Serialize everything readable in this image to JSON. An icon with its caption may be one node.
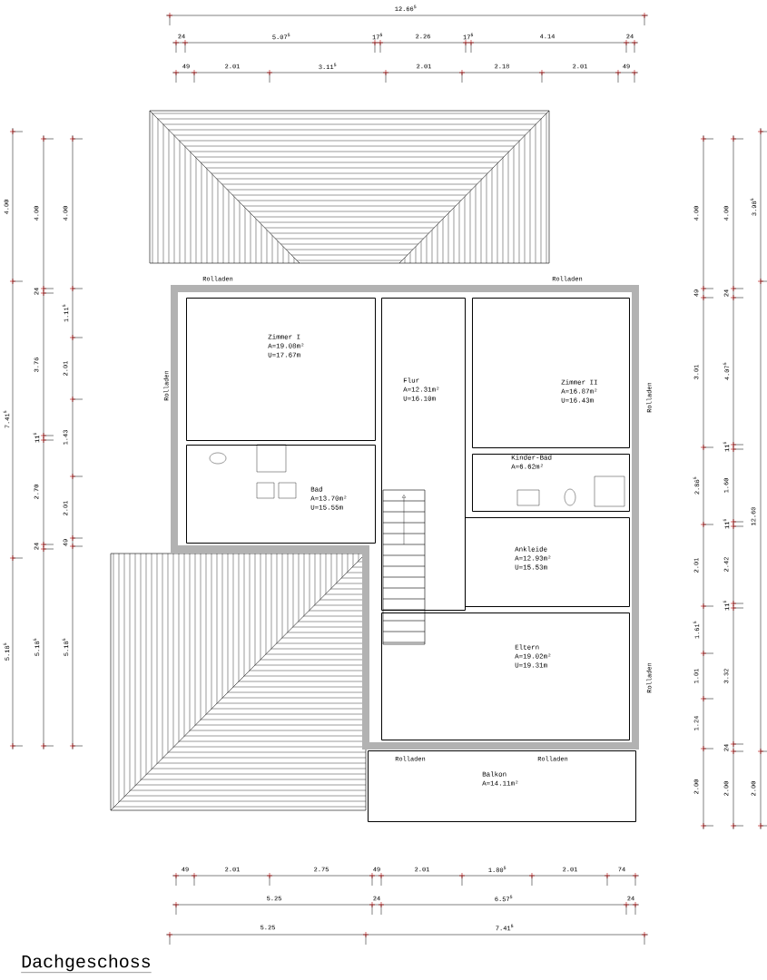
{
  "diagram": {
    "title": "Dachgeschoss",
    "nodes": [
      {
        "text": [
          "Zimmer I",
          "A=19.08m²",
          "U=17.67m"
        ]
      },
      {
        "text": [
          "Flur",
          "A=12.31m²",
          "U=16.10m"
        ]
      },
      {
        "text": [
          "Zimmer II",
          "A=16.87m²",
          "U=16.43m"
        ]
      },
      {
        "text": [
          "Bad",
          "A=13.70m²",
          "U=15.55m"
        ]
      },
      {
        "text": [
          "Kinder-Bad",
          "A=6.62m²"
        ]
      },
      {
        "text": [
          "Ankleide",
          "A=12.93m²",
          "U=15.53m"
        ]
      },
      {
        "text": [
          "Eltern",
          "A=19.02m²",
          "U=19.31m"
        ]
      },
      {
        "text": [
          "Balkon",
          "A=14.11m²"
        ]
      }
    ],
    "edges": [],
    "labels": [
      "12.66$^{5}$",
      "24",
      "5.07$^{5}$",
      "17$^{5}$",
      "2.26",
      "17$^{5}$",
      "4.14",
      "24",
      "49",
      "2.01",
      "3.11$^{5}$",
      "2.01",
      "2.18",
      "2.01",
      "49",
      "4.00",
      "7.41$^{5}$",
      "5.18$^{5}$",
      "4.00",
      "24",
      "3.76",
      "11$^{5}$",
      "2.70",
      "24",
      "5.18$^{5}$",
      "4.00",
      "1.11$^{5}$",
      "2.01",
      "1.43",
      "2.01",
      "49",
      "5.18$^{5}$",
      "Rolladen",
      "Rolladen",
      "Rolladen",
      "Rolladen",
      "Rolladen",
      "Rolladen",
      "Rolladen",
      "4.00",
      "49",
      "3.01",
      "2.86$^{5}$",
      "2.01",
      "1.61$^{5}$",
      "1.01",
      "1.24",
      "2.00",
      "4.00",
      "24",
      "4.07$^{5}$",
      "11$^{5}$",
      "1.60",
      "11$^{5}$",
      "2.42",
      "11$^{5}$",
      "3.32",
      "24",
      "2.00",
      "3.98$^{5}$",
      "12.60",
      "2.00",
      "49",
      "2.01",
      "2.75",
      "49",
      "2.01",
      "1.80$^{5}$",
      "2.01",
      "74",
      "5.25",
      "24",
      "6.57$^{5}$",
      "24",
      "5.25",
      "7.41$^{5}$"
    ]
  }
}
